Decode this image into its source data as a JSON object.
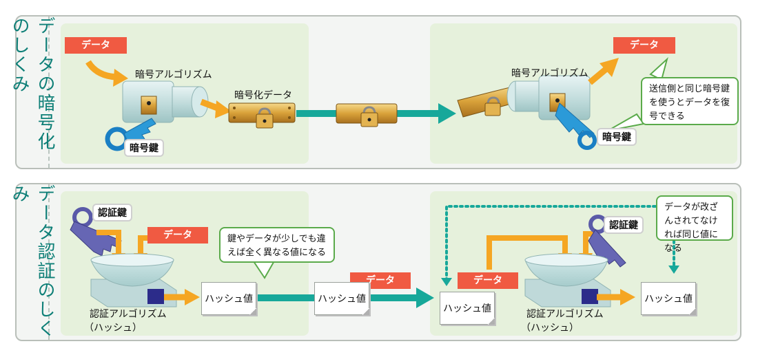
{
  "encryption": {
    "section_label": "データの暗号化のしくみ",
    "data_tag_left": "データ",
    "data_tag_right": "データ",
    "algo_label_left": "暗号アルゴリズム",
    "algo_label_right": "暗号アルゴリズム",
    "encrypted_label": "暗号化データ",
    "key_label_left": "暗号鍵",
    "key_label_right": "暗号鍵",
    "callout": "送信側と同じ暗号鍵を使うとデータを復号できる"
  },
  "authentication": {
    "section_label": "データ認証のしくみ",
    "key_label_left": "認証鍵",
    "key_label_right": "認証鍵",
    "data_tag_left": "データ",
    "data_tag_mid": "データ",
    "data_tag_right": "データ",
    "callout_left": "鍵やデータが少しでも違えば全く異なる値になる",
    "callout_right": "データが改ざんされてなければ同じ値になる",
    "hash_left": "ハッシュ値",
    "hash_mid": "ハッシュ値",
    "hash_recv": "ハッシュ値",
    "hash_right": "ハッシュ値",
    "algo_left_line1": "認証アルゴリズム",
    "algo_left_line2": "（ハッシュ）",
    "algo_right_line1": "認証アルゴリズム",
    "algo_right_line2": "（ハッシュ）"
  },
  "colors": {
    "teal": "#17a89a",
    "orange": "#f5a623",
    "tag_red": "#f05a42",
    "panel_green": "#e6f1dc"
  }
}
